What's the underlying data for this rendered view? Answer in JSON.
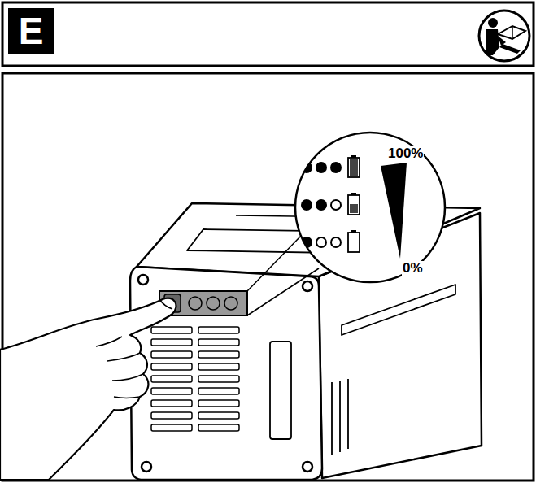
{
  "diagram": {
    "nodes": [
      {
        "text": [
          "E"
        ]
      }
    ],
    "labels": [
      "100%",
      "0%"
    ]
  }
}
